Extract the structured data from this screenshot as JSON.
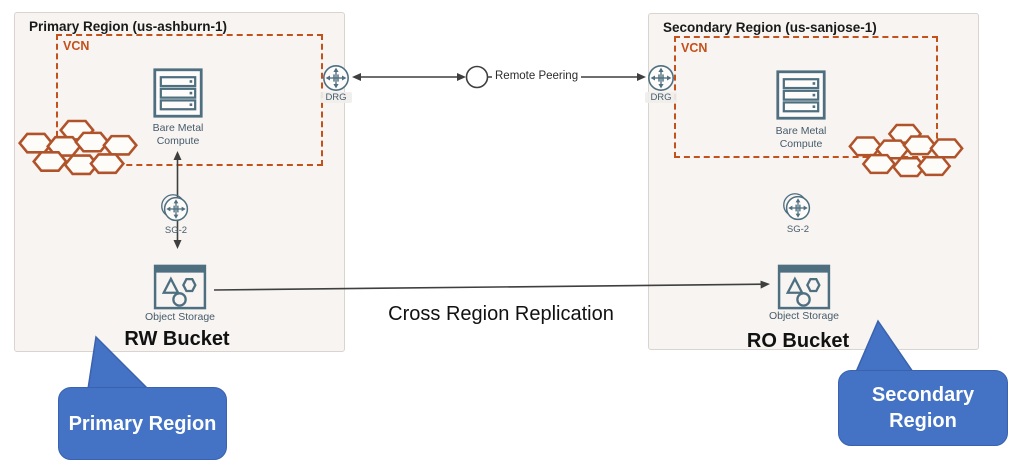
{
  "colors": {
    "region_fill": "#f7f4f1",
    "region_border": "#d9d4cf",
    "vcn_orange": "#c3511b",
    "honeycomb_orange": "#b1532a",
    "icon_slate": "#4e6f80",
    "label_slate": "#475b6b",
    "arrow_gray": "#3f3f3f",
    "callout_blue": "#4472c4",
    "callout_border": "#3a62ae",
    "title_color": "#1a1a1a"
  },
  "primary_region": {
    "title": "Primary Region (us-ashburn-1)",
    "vcn_label": "VCN",
    "compute_line1": "Bare Metal",
    "compute_line2": "Compute",
    "drg_label": "DRG",
    "gateway_label": "SG-2",
    "storage_label": "Object Storage",
    "bucket_label": "RW Bucket",
    "callout": "Primary Region"
  },
  "secondary_region": {
    "title": "Secondary Region (us-sanjose-1)",
    "vcn_label": "VCN",
    "compute_line1": "Bare Metal",
    "compute_line2": "Compute",
    "drg_label": "DRG",
    "gateway_label": "SG-2",
    "storage_label": "Object Storage",
    "bucket_label": "RO Bucket",
    "callout_line1": "Secondary",
    "callout_line2": "Region"
  },
  "connections": {
    "remote_peering": "Remote Peering",
    "replication": "Cross Region Replication"
  }
}
